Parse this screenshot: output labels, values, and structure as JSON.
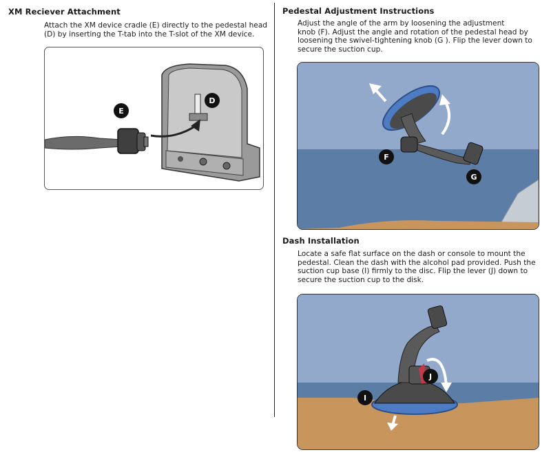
{
  "sections": {
    "xm": {
      "heading": "XM Reciever Attachment",
      "body_lines": [
        "Attach the XM device cradle (E) directly to the pedestal head",
        "(D) by inserting the T-tab into the T-slot of the XM device."
      ],
      "callouts": {
        "e": "E",
        "d": "D"
      }
    },
    "pedestal": {
      "heading": "Pedestal Adjustment Instructions",
      "body_lines": [
        "Adjust the angle of the arm by loosening the adjustment",
        "knob (F). Adjust the angle and rotation of the pedestal head by",
        "loosening the swivel-tightening knob (G ). Flip the lever down to",
        "secure the suction cup."
      ],
      "callouts": {
        "f": "F",
        "g": "G"
      }
    },
    "dash": {
      "heading": "Dash Installation",
      "body_lines": [
        "Locate a safe flat surface on the dash or console to mount the",
        "pedestal. Clean the dash with the alcohol pad provided. Push the",
        "suction cup base (I) firmly to the disc. Flip the lever (J) down to",
        "secure the suction cup to the disk."
      ],
      "callouts": {
        "i": "I",
        "j": "J"
      }
    }
  },
  "colors": {
    "sky": "#8fa6c9",
    "sea": "#5f7fa8",
    "dash": "#c8955c",
    "suction_cup_accent": "#4d7cc4",
    "mount_gray": "#5a5a5a",
    "callout": "#111111"
  }
}
